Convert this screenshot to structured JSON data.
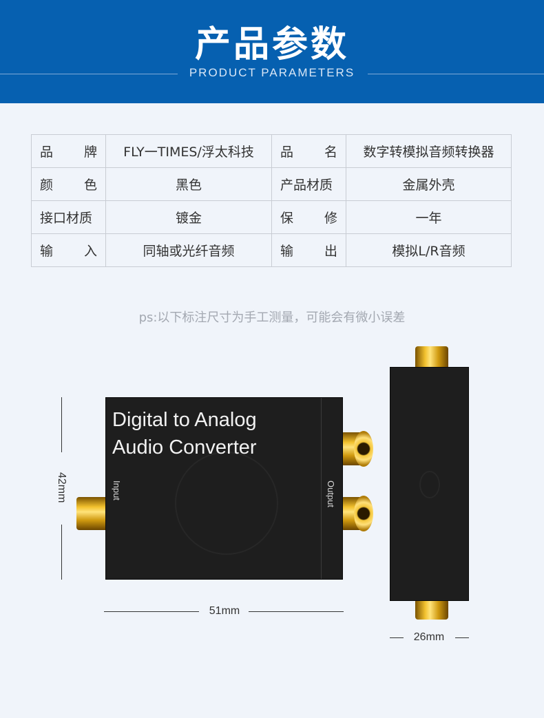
{
  "header": {
    "title": "产品参数",
    "subtitle": "PRODUCT PARAMETERS"
  },
  "params": [
    [
      {
        "label": [
          "品",
          "牌"
        ],
        "value": "FLY一TIMES/浮太科技"
      },
      {
        "label": [
          "品",
          "名"
        ],
        "value": "数字转模拟音频转换器"
      }
    ],
    [
      {
        "label": [
          "颜",
          "色"
        ],
        "value": "黑色"
      },
      {
        "label": [
          "产品材质"
        ],
        "value": "金属外壳"
      }
    ],
    [
      {
        "label": [
          "接口材质"
        ],
        "value": "镀金"
      },
      {
        "label": [
          "保",
          "修"
        ],
        "value": "一年"
      }
    ],
    [
      {
        "label": [
          "输",
          "入"
        ],
        "value": "同轴或光纤音频"
      },
      {
        "label": [
          "输",
          "出"
        ],
        "value": "模拟L/R音频"
      }
    ]
  ],
  "note": "ps:以下标注尺寸为手工测量，可能会有微小误差",
  "product": {
    "title": "Digital to Analog\nAudio Converter",
    "input_label": "Input",
    "output_label": "Output",
    "height_dim": "42mm",
    "width_dim": "51mm",
    "depth_dim": "26mm"
  },
  "colors": {
    "header_bg": "#0660b0",
    "page_bg": "#f0f4fa",
    "device": "#1e1e1e",
    "gold": "#f2c12e"
  }
}
